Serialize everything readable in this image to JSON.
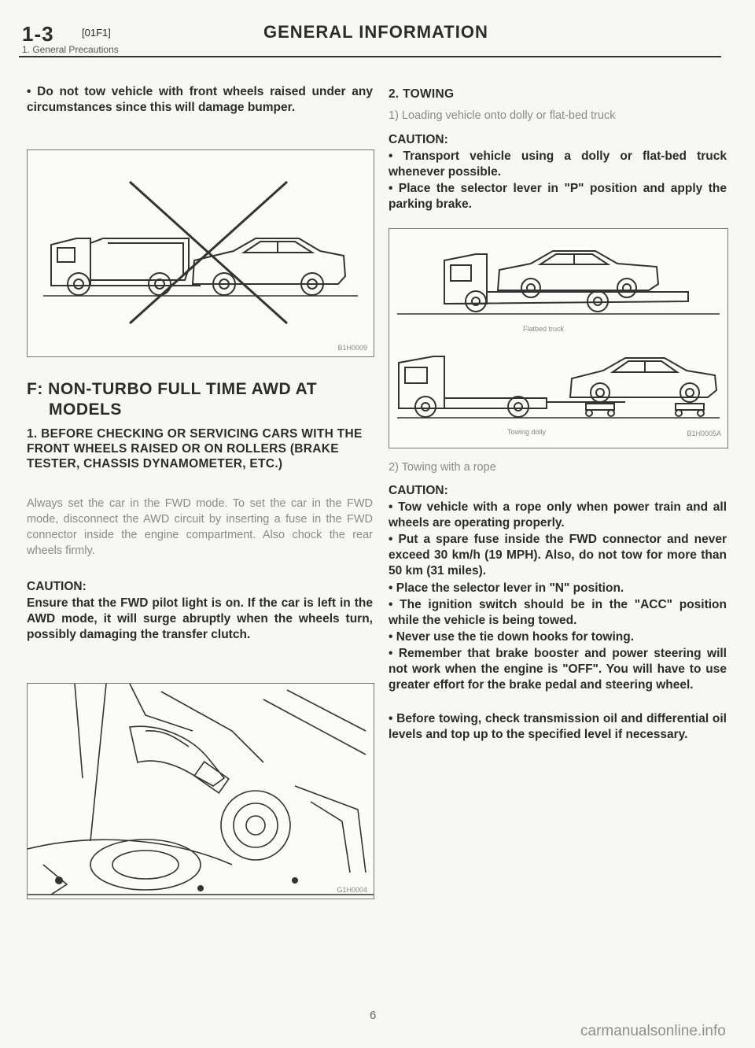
{
  "header": {
    "section_num": "1-3",
    "section_code": "[01F1]",
    "title": "GENERAL INFORMATION",
    "subtitle": "1. General Precautions"
  },
  "left": {
    "bullet_tow": "• Do not tow vehicle with front wheels raised under any circumstances since this will damage bumper.",
    "fig1_code": "B1H0009",
    "section_title_l1": "F: NON-TURBO FULL TIME AWD AT",
    "section_title_l2": "MODELS",
    "sub_heading": "1. BEFORE CHECKING OR SERVICING CARS WITH THE FRONT WHEELS RAISED OR ON ROLLERS (BRAKE TESTER, CHASSIS DYNAMOMETER, ETC.)",
    "body": "Always set the car in the FWD mode. To set the car in the FWD mode, disconnect the AWD circuit by inserting a fuse in the FWD connector inside the engine compartment. Also chock the rear wheels firmly.",
    "caution_label": "CAUTION:",
    "caution_text": "Ensure that the FWD pilot light is on. If the car is left in the AWD mode, it will surge abruptly when the wheels turn, possibly damaging the transfer clutch.",
    "fig2_code": "G1H0004"
  },
  "right": {
    "towing_heading": "2. TOWING",
    "step1": "1) Loading vehicle onto dolly or flat-bed truck",
    "caution1_label": "CAUTION:",
    "caution1_items": [
      "• Transport vehicle using a dolly or flat-bed truck whenever possible.",
      "• Place the selector lever in \"P\" position and apply the parking brake."
    ],
    "fig3_label_flatbed": "Flatbed truck",
    "fig3_label_dolly": "Towing dolly",
    "fig3_code": "B1H0005A",
    "step2": "2) Towing with a rope",
    "caution2_label": "CAUTION:",
    "caution2_items": [
      "• Tow vehicle with a rope only when power train and all wheels are operating properly.",
      "• Put a spare fuse inside the FWD connector and never exceed 30 km/h (19 MPH). Also, do not tow for more than 50 km (31 miles).",
      "• Place the selector lever in \"N\" position.",
      "• The ignition switch should be in the \"ACC\" position while the vehicle is being towed.",
      "• Never use the tie down hooks for towing.",
      "• Remember that brake booster and power steering will not work when the engine is \"OFF\". You will have to use greater effort for the brake pedal and steering wheel.",
      "• Before towing, check transmission oil and differential oil levels and top up to the specified level if necessary."
    ]
  },
  "footer": {
    "page_number": "6",
    "watermark": "carmanualsonline.info"
  }
}
